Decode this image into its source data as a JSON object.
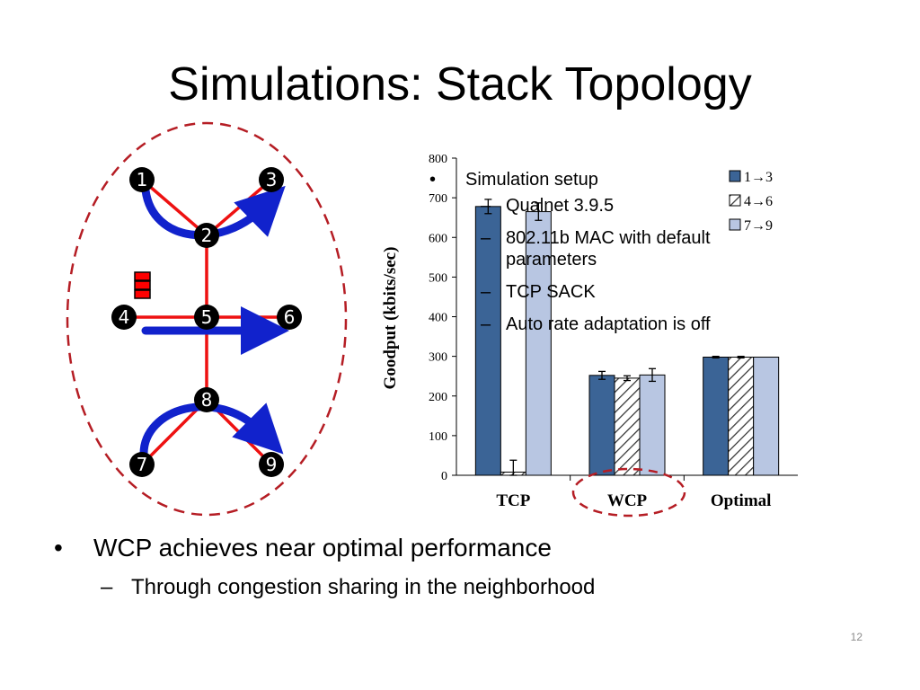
{
  "slide": {
    "title": "Simulations: Stack Topology",
    "page_number": "12"
  },
  "topology": {
    "nodes": [
      {
        "id": "n1",
        "label": "1"
      },
      {
        "id": "n2",
        "label": "2"
      },
      {
        "id": "n3",
        "label": "3"
      },
      {
        "id": "n4",
        "label": "4"
      },
      {
        "id": "n5",
        "label": "5"
      },
      {
        "id": "n6",
        "label": "6"
      },
      {
        "id": "n7",
        "label": "7"
      },
      {
        "id": "n8",
        "label": "8"
      },
      {
        "id": "n9",
        "label": "9"
      }
    ],
    "colors": {
      "link": "#ee1111",
      "flow": "#1122cc",
      "node": "#000000",
      "boundary": "#b51d24",
      "queue": "#ff0000"
    }
  },
  "setup": {
    "heading": "Simulation setup",
    "items": [
      "Qualnet 3.9.5",
      "802.11b MAC with default parameters",
      "TCP SACK",
      "Auto rate adaptation is off"
    ]
  },
  "chart_data": {
    "type": "bar",
    "ylabel": "Goodput (kbits/sec)",
    "xlabel": "",
    "categories": [
      "TCP",
      "WCP",
      "Optimal"
    ],
    "ylim": [
      0,
      800
    ],
    "yticks": [
      0,
      100,
      200,
      300,
      400,
      500,
      600,
      700,
      800
    ],
    "legend_position": "top-right",
    "series": [
      {
        "name": "1→3",
        "values": [
          678,
          252,
          298
        ],
        "errors": [
          18,
          10,
          2
        ],
        "color": "#3b6496",
        "pattern": "solid"
      },
      {
        "name": "4→6",
        "values": [
          8,
          245,
          298
        ],
        "errors": [
          30,
          6,
          2
        ],
        "color": "#ffffff",
        "pattern": "hatch"
      },
      {
        "name": "7→9",
        "values": [
          665,
          253,
          298
        ],
        "errors": [
          22,
          16,
          0
        ],
        "color": "#b8c6e2",
        "pattern": "solid"
      }
    ],
    "highlight_category": "WCP"
  },
  "bullets": {
    "main": "WCP achieves near optimal performance",
    "sub": "Through congestion sharing in the neighborhood"
  }
}
